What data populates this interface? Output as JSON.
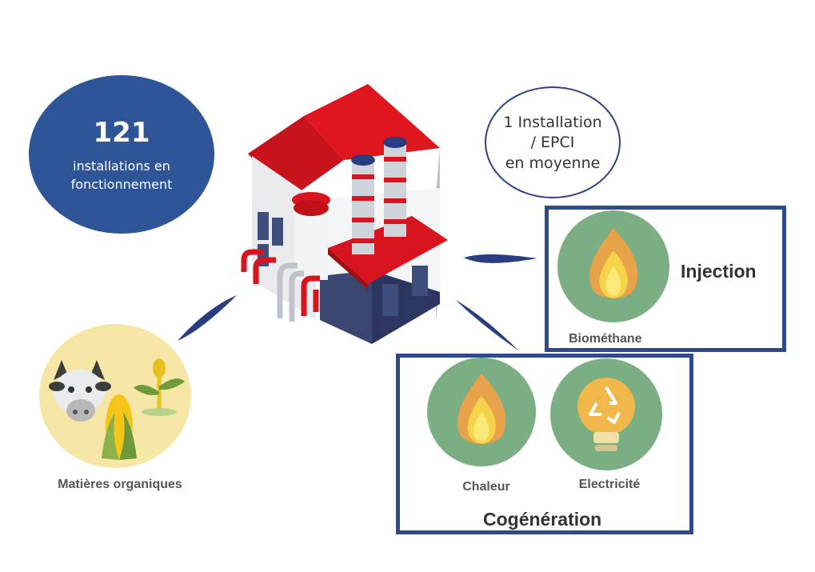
{
  "stats": {
    "count": "121",
    "line1": "installations en",
    "line2": "fonctionnement"
  },
  "average": {
    "line1": "1 Installation",
    "line2": "/ EPCI",
    "line3": "en moyenne"
  },
  "inputs": {
    "label": "Matières organiques"
  },
  "injection": {
    "title": "Injection",
    "product": "Biométhane"
  },
  "cogeneration": {
    "title": "Cogénération",
    "heat": "Chaleur",
    "electricity": "Electricité"
  },
  "colors": {
    "navy": "#2e5597",
    "box_border": "#2e4a8a",
    "green_circle": "#7bae82",
    "yellow_circle": "#f7e7a6",
    "roof_red": "#d8141e",
    "flame": "#f2c230"
  },
  "icons": [
    "factory-icon",
    "cow-icon",
    "corn-icon",
    "plant-icon",
    "flame-icon",
    "lightbulb-recycle-icon",
    "arrow-icon"
  ]
}
